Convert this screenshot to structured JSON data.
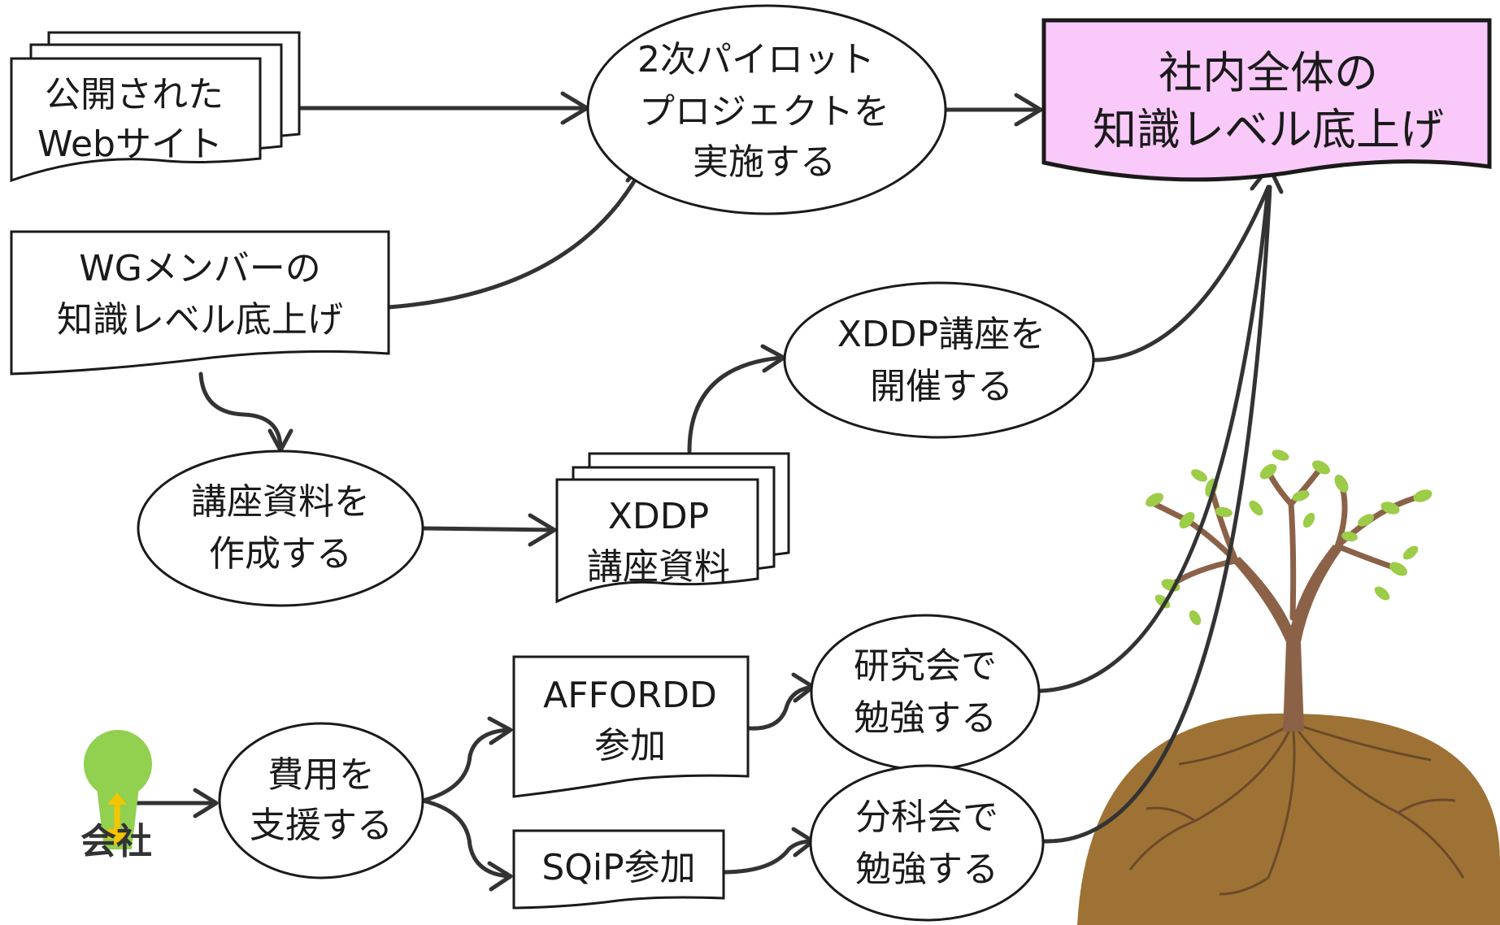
{
  "colors": {
    "goal_fill": "#f9c9f9",
    "stroke": "#1a1a1a",
    "edge": "#333333",
    "tree_trunk": "#8b6248",
    "tree_leaf": "#9ccc48",
    "ground": "#9d7234",
    "person_head": "#92d050",
    "person_accent": "#f5c400"
  },
  "nodes": {
    "websites": {
      "line1": "公開された",
      "line2": "Webサイト"
    },
    "pilot": {
      "line1": "2次パイロット",
      "line2": "プロジェクトを",
      "line3": "実施する"
    },
    "goal": {
      "line1": "社内全体の",
      "line2": "知識レベル底上げ"
    },
    "wg": {
      "line1": "WGメンバーの",
      "line2": "知識レベル底上げ"
    },
    "xddp_course": {
      "line1": "XDDP講座を",
      "line2": "開催する"
    },
    "create_materials": {
      "line1": "講座資料を",
      "line2": "作成する"
    },
    "xddp_materials": {
      "line1": "XDDP",
      "line2": "講座資料"
    },
    "affordd": {
      "line1": "AFFORDD",
      "line2": "参加"
    },
    "study_group": {
      "line1": "研究会で",
      "line2": "勉強する"
    },
    "support": {
      "line1": "費用を",
      "line2": "支援する"
    },
    "sqip": {
      "line1": "SQiP参加"
    },
    "subcommittee": {
      "line1": "分科会で",
      "line2": "勉強する"
    }
  },
  "company": {
    "label": "会社",
    "icon": "person-key-icon"
  },
  "decoration": {
    "icon": "tree-icon"
  }
}
